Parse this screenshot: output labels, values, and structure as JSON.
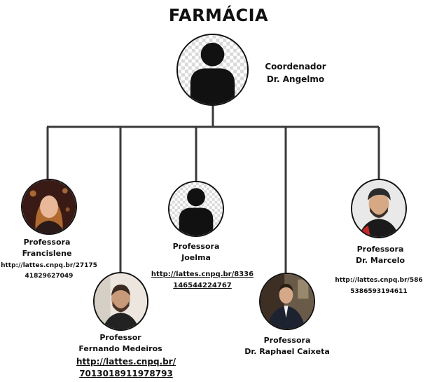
{
  "title": "FARMÁCIA",
  "coordinator": {
    "role": "Coordenador",
    "name": "Dr.  Angelmo"
  },
  "members": [
    {
      "role": "Professora",
      "name": "Francislene",
      "link1": "http://lattes.cnpq.br/27175",
      "link2": "41829627049"
    },
    {
      "role": "Professor",
      "name": "Fernando Medeiros",
      "link1": "http://lattes.cnpq.br/",
      "link2": "7013018911978793"
    },
    {
      "role": "Professora",
      "name": "Joelma",
      "link1": "http://lattes.cnpq.br/8336",
      "link2": "146544224767"
    },
    {
      "role": "Professora",
      "name": "Dr. Raphael Caixeta",
      "link1": "",
      "link2": ""
    },
    {
      "role": "Professora",
      "name": "Dr.  Marcelo",
      "link1": "http://lattes.cnpq.br/586",
      "link2": "5386593194611"
    }
  ],
  "colors": {
    "line": "#3a3a3a",
    "silhouette": "#111111",
    "checker_light": "#ffffff",
    "checker_dark": "#d9d9d9"
  },
  "icons": [
    "person-silhouette-icon",
    "photo-portrait"
  ]
}
